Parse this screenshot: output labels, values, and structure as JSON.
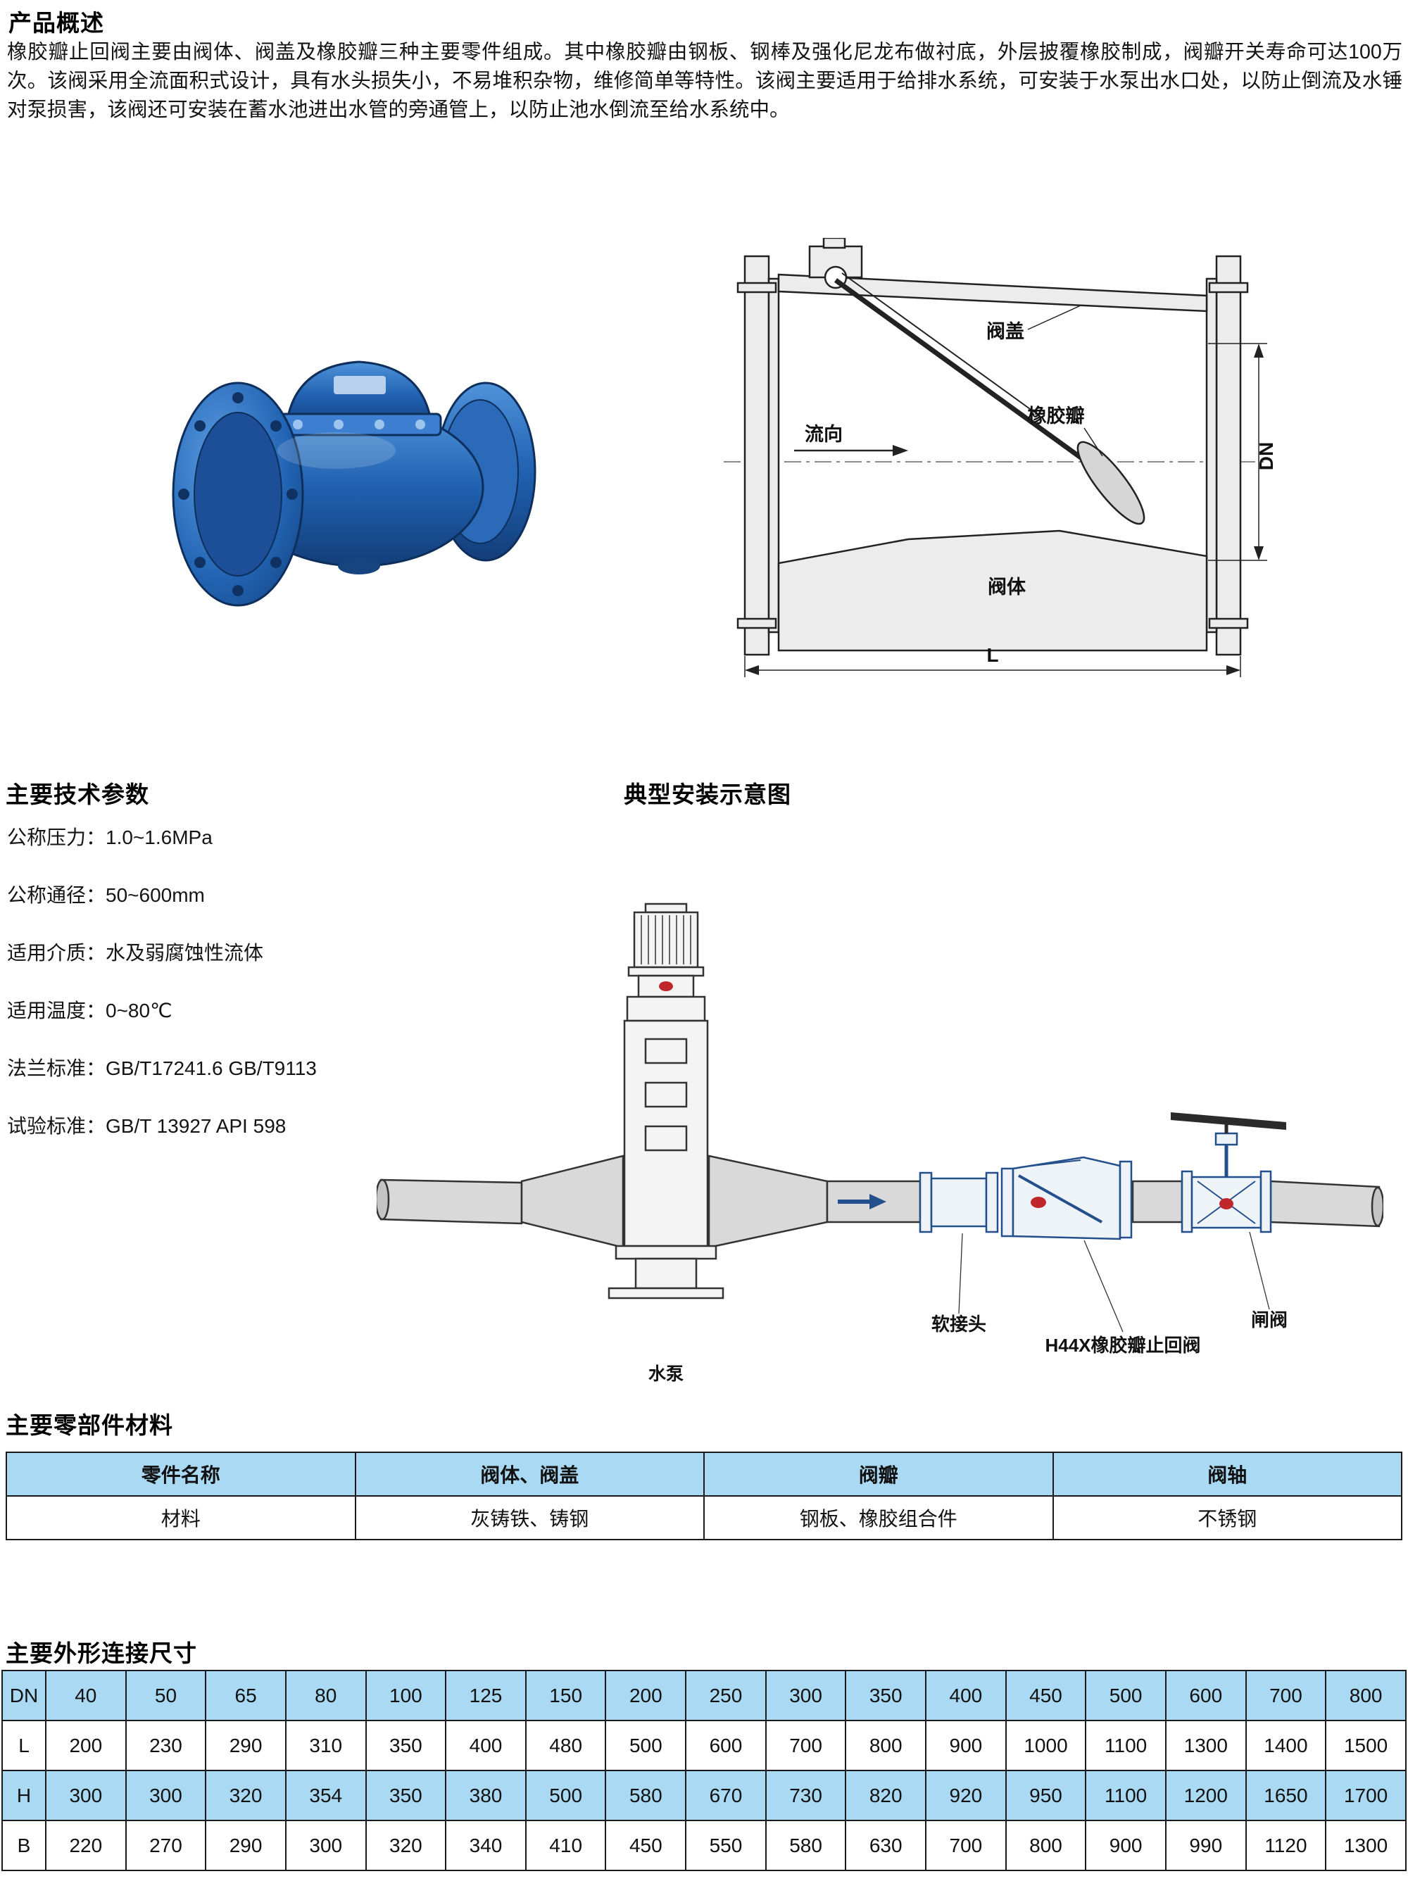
{
  "accent_colors": {
    "table_header_blue": "#a9d9f3",
    "valve_blue": "#1d5cab",
    "marker_red": "#c0272d"
  },
  "overview": {
    "heading": "产品概述",
    "body": "橡胶瓣止回阀主要由阀体、阀盖及橡胶瓣三种主要零件组成。其中橡胶瓣由钢板、钢棒及强化尼龙布做衬底，外层披覆橡胶制成，阀瓣开关寿命可达100万次。该阀采用全流面积式设计，具有水头损失小，不易堆积杂物，维修简单等特性。该阀主要适用于给排水系统，可安装于水泵出水口处，以防止倒流及水锤对泵损害，该阀还可安装在蓄水池进出水管的旁通管上，以防止池水倒流至给水系统中。"
  },
  "section_diagram": {
    "labels": {
      "bonnet": "阀盖",
      "flow_direction": "流向",
      "rubber_disc": "橡胶瓣",
      "body": "阀体",
      "diameter": "DN",
      "length": "L"
    }
  },
  "tech_params": {
    "heading": "主要技术参数",
    "items": [
      "公称压力：1.0~1.6MPa",
      "公称通径：50~600mm",
      "适用介质：水及弱腐蚀性流体",
      "适用温度：0~80℃",
      "法兰标准：GB/T17241.6  GB/T9113",
      "试验标准：GB/T 13927  API 598"
    ]
  },
  "installation": {
    "heading": "典型安装示意图",
    "labels": {
      "pump": "水泵",
      "flexible_joint": "软接头",
      "check_valve": "H44X橡胶瓣止回阀",
      "gate_valve": "闸阀"
    }
  },
  "materials": {
    "heading": "主要零部件材料",
    "headers": [
      "零件名称",
      "阀体、阀盖",
      "阀瓣",
      "阀轴"
    ],
    "rows": [
      [
        "材料",
        "灰铸铁、铸钢",
        "钢板、橡胶组合件",
        "不锈钢"
      ]
    ]
  },
  "dimensions": {
    "heading": "主要外形连接尺寸",
    "rows": [
      {
        "label": "DN",
        "values": [
          "40",
          "50",
          "65",
          "80",
          "100",
          "125",
          "150",
          "200",
          "250",
          "300",
          "350",
          "400",
          "450",
          "500",
          "600",
          "700",
          "800"
        ]
      },
      {
        "label": "L",
        "values": [
          "200",
          "230",
          "290",
          "310",
          "350",
          "400",
          "480",
          "500",
          "600",
          "700",
          "800",
          "900",
          "1000",
          "1100",
          "1300",
          "1400",
          "1500"
        ]
      },
      {
        "label": "H",
        "values": [
          "300",
          "300",
          "320",
          "354",
          "350",
          "380",
          "500",
          "580",
          "670",
          "730",
          "820",
          "920",
          "950",
          "1100",
          "1200",
          "1650",
          "1700"
        ]
      },
      {
        "label": "B",
        "values": [
          "220",
          "270",
          "290",
          "300",
          "320",
          "340",
          "410",
          "450",
          "550",
          "580",
          "630",
          "700",
          "800",
          "900",
          "990",
          "1120",
          "1300"
        ]
      }
    ]
  }
}
